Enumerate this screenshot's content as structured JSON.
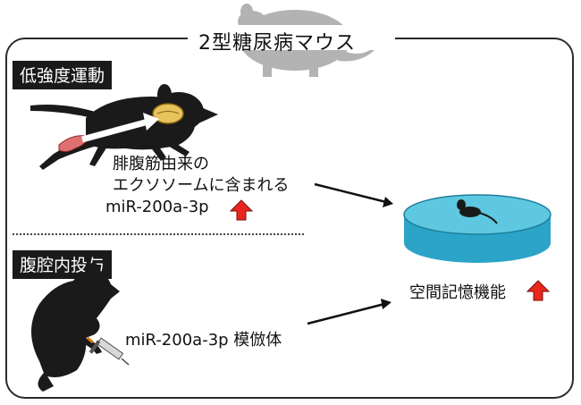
{
  "title": "2型糖尿病マウス",
  "sections": [
    {
      "label": "低強度運動"
    },
    {
      "label": "腹腔内投与"
    }
  ],
  "exercise_text": {
    "line1": "腓腹筋由来の",
    "line2": "エクソソームに含まれる",
    "line3": "miR-200a-3p"
  },
  "injection_text": "miR-200a-3p 模倣体",
  "outcome_text": "空間記憶機能",
  "colors": {
    "up_arrow": "#e8261c",
    "pool_top": "#5ec8e0",
    "pool_side": "#2ba4c8",
    "brain": "#e8c25c",
    "muscle": "#e07070",
    "mouse_background": "#b0b0b0"
  },
  "icons": [
    "background-mouse-icon",
    "running-mouse-icon",
    "brain-icon",
    "muscle-icon",
    "up-arrow-icon",
    "water-maze-icon",
    "sitting-rat-icon",
    "syringe-icon"
  ]
}
